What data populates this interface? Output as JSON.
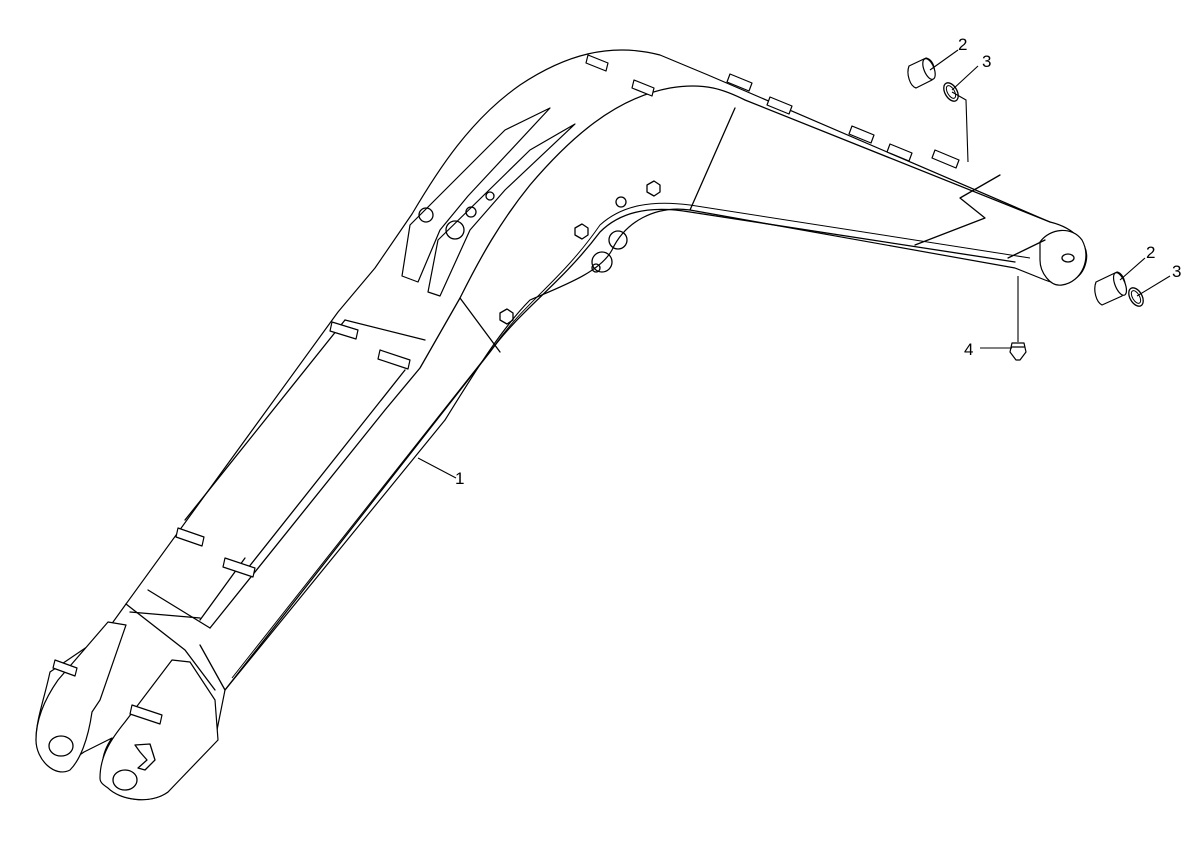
{
  "diagram": {
    "callouts": [
      {
        "id": "c1",
        "label": "1"
      },
      {
        "id": "c2a",
        "label": "2"
      },
      {
        "id": "c3a",
        "label": "3"
      },
      {
        "id": "c2b",
        "label": "2"
      },
      {
        "id": "c3b",
        "label": "3"
      },
      {
        "id": "c4",
        "label": "4"
      }
    ]
  }
}
